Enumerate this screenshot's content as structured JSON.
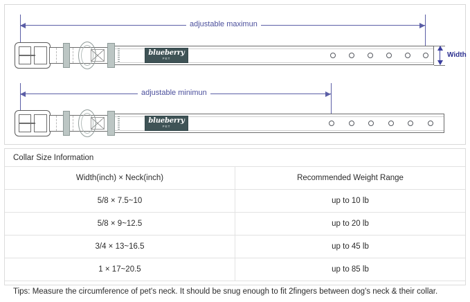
{
  "diagram": {
    "max_label": "adjustable maximun",
    "min_label": "adjustable minimun",
    "width_label": "Width",
    "logo": {
      "word": "blueberry",
      "sub": "PET"
    },
    "accent_color": "#5b5ea6",
    "patch_color": "#3f5356",
    "hole_count": 6
  },
  "table": {
    "title": "Collar Size Information",
    "headers": [
      "Width(inch)  ×  Neck(inch)",
      "Recommended Weight Range"
    ],
    "rows": [
      {
        "size": "5/8 × 7.5~10",
        "weight": "up to 10 lb"
      },
      {
        "size": "5/8 × 9~12.5",
        "weight": "up to 20 lb"
      },
      {
        "size": "3/4 × 13~16.5",
        "weight": "up to 45 lb"
      },
      {
        "size": "1 × 17~20.5",
        "weight": "up to 85 lb"
      }
    ],
    "tips": "Tips: Measure the circumference of pet's neck. It should be snug enough to fit 2fingers between dog's neck & their collar."
  }
}
